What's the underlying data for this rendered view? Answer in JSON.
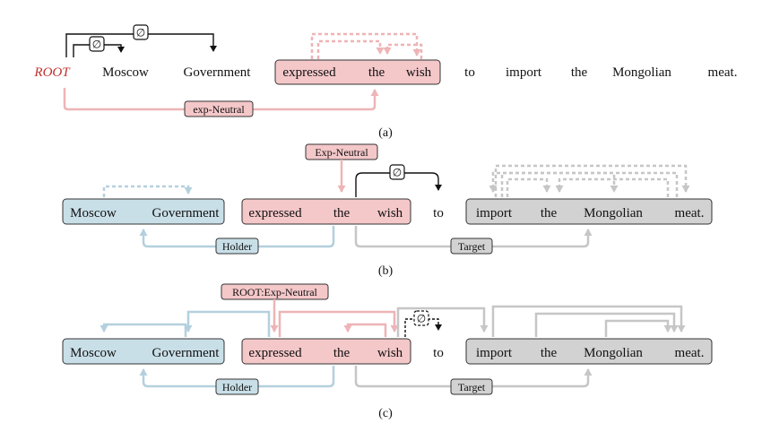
{
  "panel_a": {
    "root": "ROOT",
    "words": [
      "Moscow",
      "Government",
      "expressed",
      "the",
      "wish",
      "to",
      "import",
      "the",
      "Mongolian",
      "meat."
    ],
    "null_symbol": "∅",
    "edge_label": "exp-Neutral",
    "caption": "(a)"
  },
  "panel_b": {
    "span_holder": [
      "Moscow",
      "Government"
    ],
    "span_expression": [
      "expressed",
      "the",
      "wish"
    ],
    "word_to": "to",
    "span_target": [
      "import",
      "the",
      "Mongolian",
      "meat."
    ],
    "top_label": "Exp-Neutral",
    "null_symbol": "∅",
    "holder_label": "Holder",
    "target_label": "Target",
    "caption": "(b)"
  },
  "panel_c": {
    "span_holder": [
      "Moscow",
      "Government"
    ],
    "span_expression": [
      "expressed",
      "the",
      "wish"
    ],
    "word_to": "to",
    "span_target": [
      "import",
      "the",
      "Mongolian",
      "meat."
    ],
    "top_label": "ROOT:Exp-Neutral",
    "null_symbol": "∅",
    "holder_label": "Holder",
    "target_label": "Target",
    "caption": "(c)"
  },
  "colors": {
    "red_box": "#f4c7c9",
    "red_line": "#eeb4b6",
    "blue_box": "#c9dfe8",
    "blue_line": "#b4d0de",
    "gray_box": "#d2d2d2",
    "gray_line": "#c6c6c6",
    "black": "#111111",
    "root_text": "#c0312b"
  }
}
